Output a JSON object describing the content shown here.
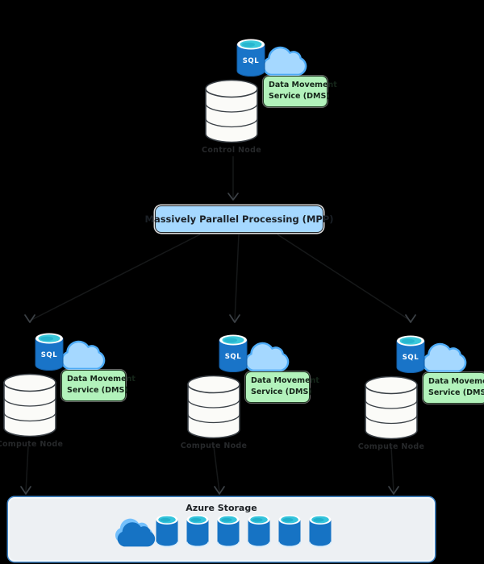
{
  "canvas": {
    "background": "#000000"
  },
  "nodes": [
    {
      "id": "control",
      "label": "Control Node",
      "sql_label": "SQL",
      "dms": {
        "line1": "Data Movement",
        "line2": "Service (DMS)"
      }
    },
    {
      "id": "compute-1",
      "label": "Compute Node",
      "sql_label": "SQL",
      "dms": {
        "line1": "Data Movement",
        "line2": "Service (DMS)"
      }
    },
    {
      "id": "compute-2",
      "label": "Compute Node",
      "sql_label": "SQL",
      "dms": {
        "line1": "Data Movement",
        "line2": "Service (DMS)"
      }
    },
    {
      "id": "compute-3",
      "label": "Compute Node",
      "sql_label": "SQL",
      "dms": {
        "line1": "Data Movement",
        "line2": "Service (DMS)"
      }
    }
  ],
  "mpp": {
    "label": "Massively Parallel Processing (MPP)",
    "fill": "#a5d8ff"
  },
  "storage": {
    "title": "Azure Storage",
    "disk_count": 6,
    "fill": "#edf0f3"
  },
  "colors": {
    "dms_fill": "#b2f2bb",
    "cloud_fill": "#a5d8ff",
    "cloud_stroke": "#4dabf7",
    "sql_blue": "#1971c2",
    "cyan_top": "#3bc9db",
    "storage_disk_blue": "#1673c4",
    "arrow_gray": "#3c4146"
  }
}
